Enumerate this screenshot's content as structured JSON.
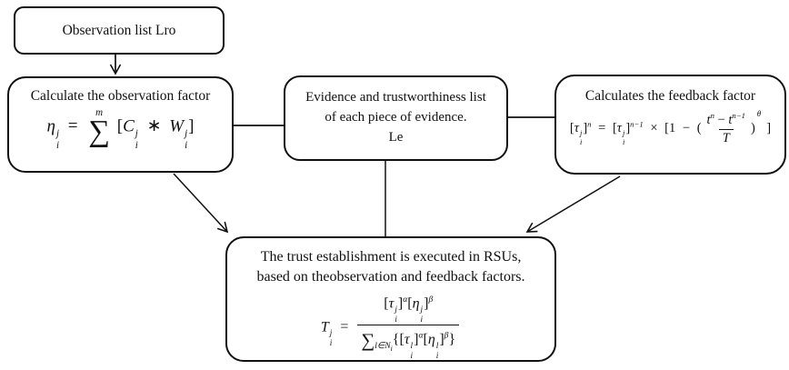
{
  "diagram": {
    "background_color": "#ffffff",
    "line_color": "#111111"
  },
  "boxes": {
    "observation_list": {
      "label": "Observation list Lro"
    },
    "observation_factor": {
      "title": "Calculate the observation factor",
      "formula": {
        "eta": "η",
        "sup_j": "j",
        "sub_i": "i",
        "equals": "=",
        "sum_limit": "m",
        "sum": "∑",
        "lbracket": "[",
        "C": "C",
        "ast": "∗",
        "W": "W",
        "rbracket": "]"
      }
    },
    "evidence_list": {
      "line1": "Evidence and trustworthiness list",
      "line2": "of each piece of evidence.",
      "line3": "Le"
    },
    "feedback_factor": {
      "title": "Calculates the feedback factor",
      "formula": {
        "lbracket": "[",
        "tau": "τ",
        "sup_j": "j",
        "sub_i": "i",
        "rbracket": "]",
        "exp_n": "n",
        "equals": "=",
        "exp_n1": "n−1",
        "times": "×",
        "one": "1",
        "minus": "−",
        "lparen": "(",
        "t": "t",
        "T": "T",
        "rparen": ")",
        "theta": "θ"
      }
    },
    "trust_establishment": {
      "line1": "The trust establishment is executed in RSUs,",
      "line2": "based on theobservation and feedback factors.",
      "formula": {
        "T": "T",
        "sup_j": "j",
        "sub_i": "i",
        "sup_l": "l",
        "equals": "=",
        "lbracket": "[",
        "rbracket": "]",
        "tau": "τ",
        "eta": "η",
        "alpha": "α",
        "beta": "β",
        "sum": "∑",
        "sum_sub_main": "l∈N",
        "sum_sub_i": "i",
        "lbrace": "{",
        "rbrace": "}"
      }
    }
  }
}
